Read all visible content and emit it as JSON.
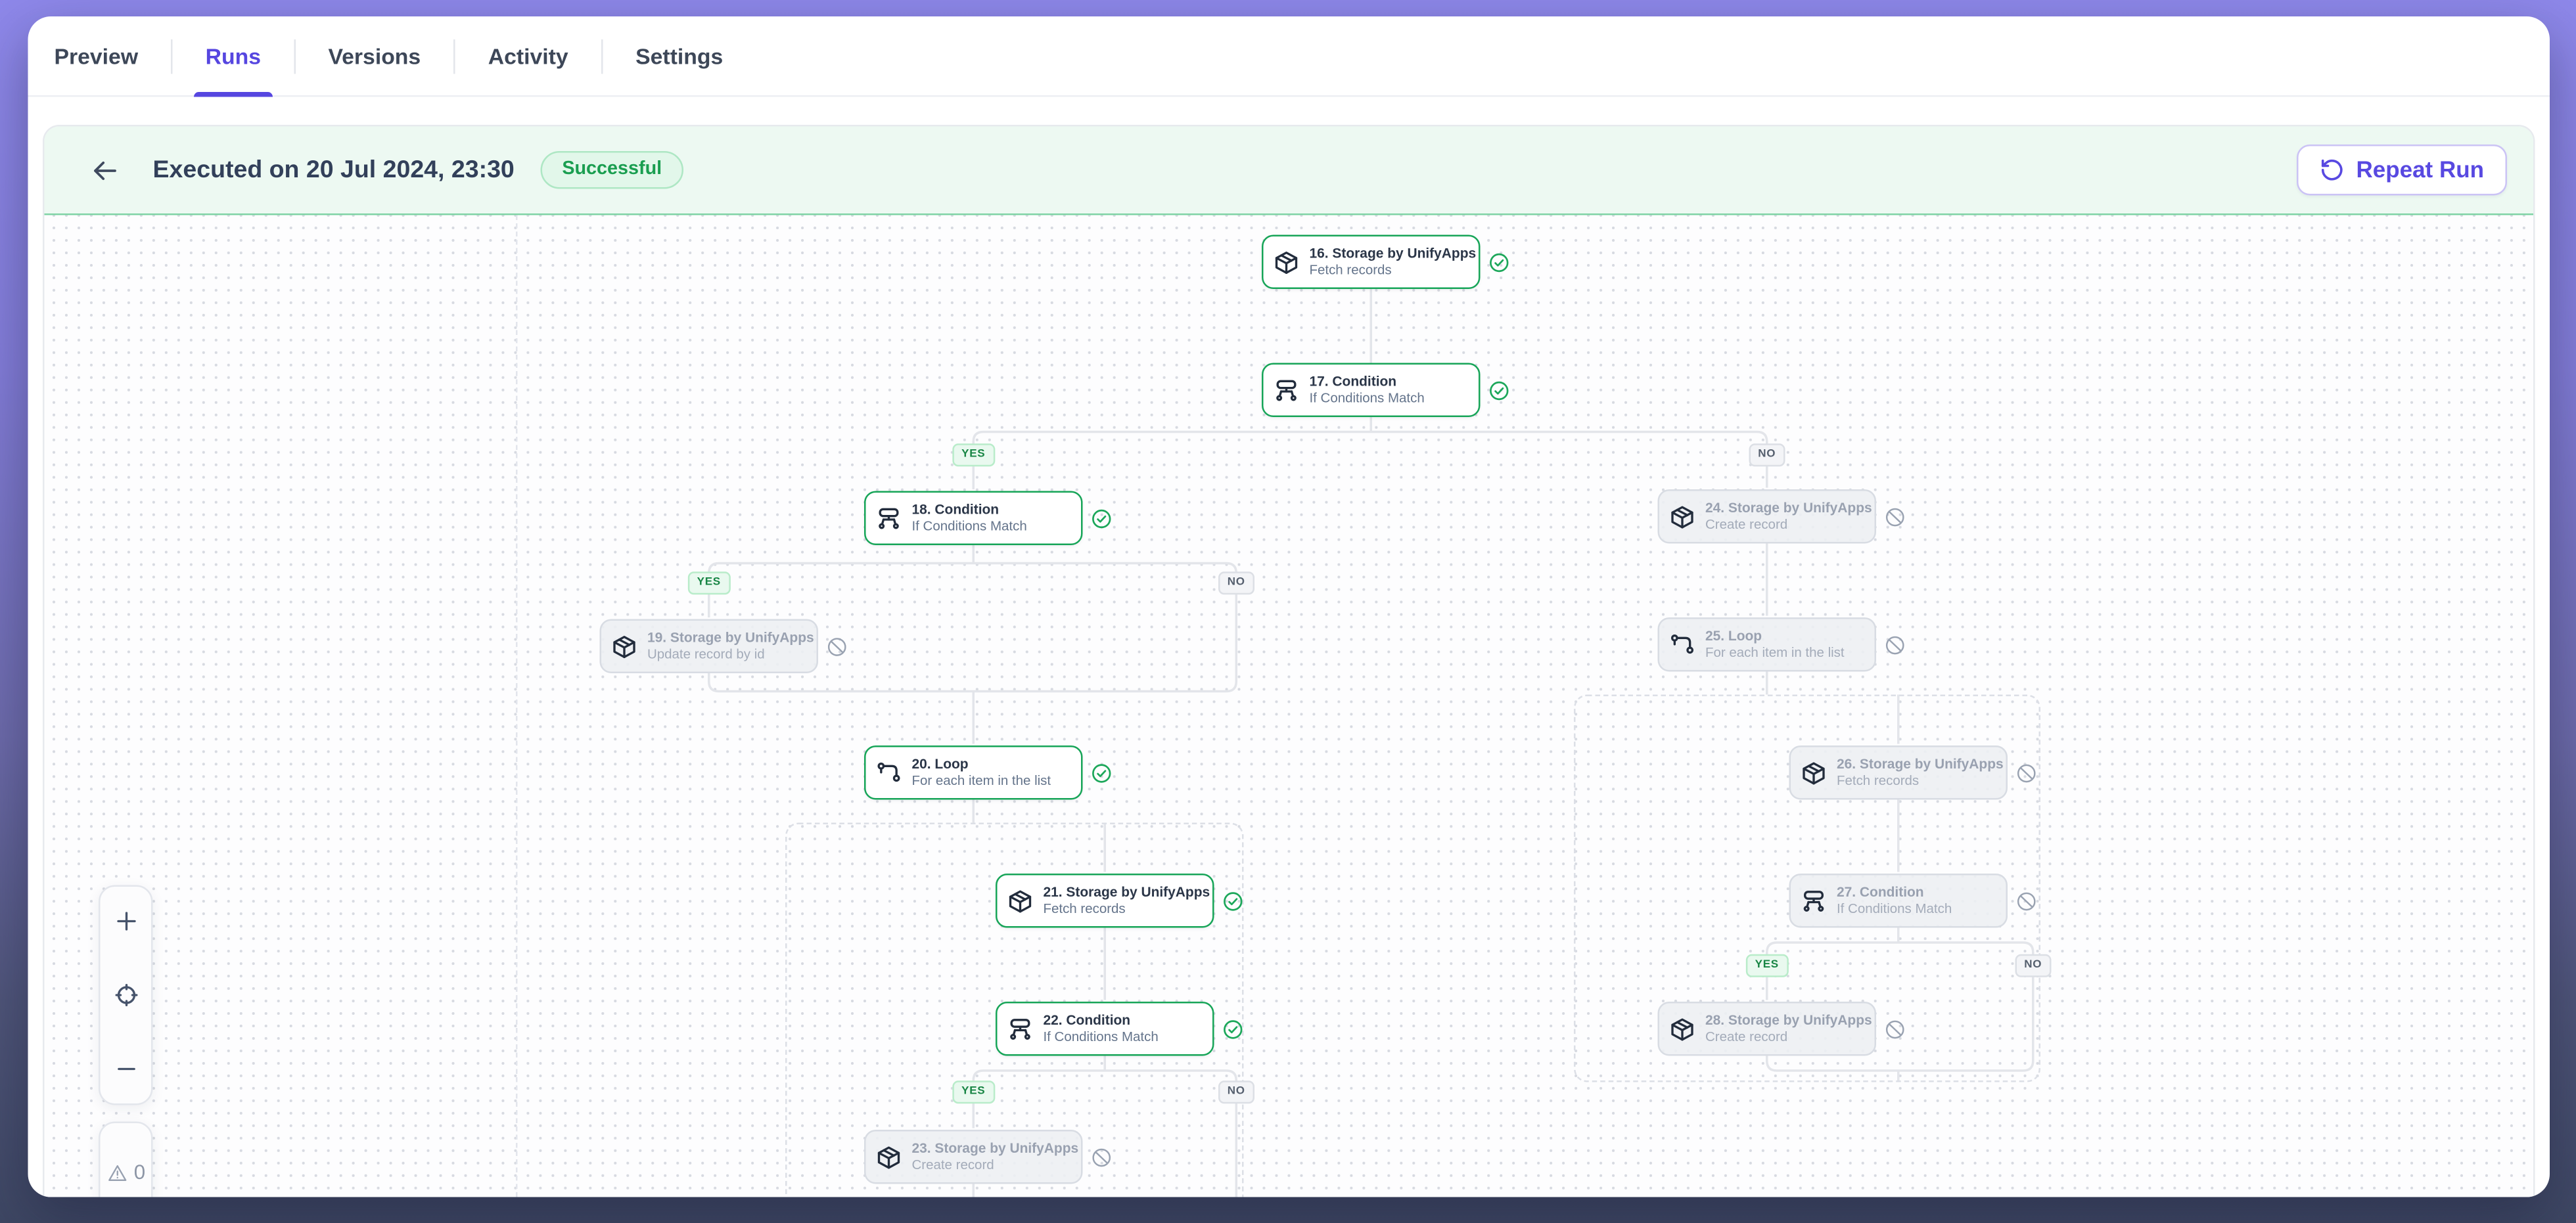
{
  "tabs": [
    {
      "label": "Preview",
      "active": false
    },
    {
      "label": "Runs",
      "active": true
    },
    {
      "label": "Versions",
      "active": false
    },
    {
      "label": "Activity",
      "active": false
    },
    {
      "label": "Settings",
      "active": false
    }
  ],
  "run_header": {
    "title": "Executed on 20 Jul 2024, 23:30",
    "status_badge": "Successful",
    "repeat_run_label": "Repeat Run"
  },
  "canvas": {
    "branch_labels": {
      "yes": "YES",
      "no": "NO"
    },
    "warning_count": "0",
    "nodes": [
      {
        "id": "n16",
        "title": "16. Storage by UnifyApps",
        "subtitle": "Fetch records",
        "icon": "storage",
        "status": "success"
      },
      {
        "id": "n17",
        "title": "17. Condition",
        "subtitle": "If Conditions Match",
        "icon": "condition",
        "status": "success"
      },
      {
        "id": "n18",
        "title": "18. Condition",
        "subtitle": "If Conditions Match",
        "icon": "condition",
        "status": "success"
      },
      {
        "id": "n24",
        "title": "24. Storage by UnifyApps",
        "subtitle": "Create record",
        "icon": "storage",
        "status": "skipped"
      },
      {
        "id": "n19",
        "title": "19. Storage by UnifyApps",
        "subtitle": "Update record by id",
        "icon": "storage",
        "status": "skipped"
      },
      {
        "id": "n25",
        "title": "25. Loop",
        "subtitle": "For each item in the list",
        "icon": "loop",
        "status": "skipped"
      },
      {
        "id": "n20",
        "title": "20. Loop",
        "subtitle": "For each item in the list",
        "icon": "loop",
        "status": "success"
      },
      {
        "id": "n26",
        "title": "26. Storage by UnifyApps",
        "subtitle": "Fetch records",
        "icon": "storage",
        "status": "skipped"
      },
      {
        "id": "n21",
        "title": "21. Storage by UnifyApps",
        "subtitle": "Fetch records",
        "icon": "storage",
        "status": "success"
      },
      {
        "id": "n27",
        "title": "27. Condition",
        "subtitle": "If Conditions Match",
        "icon": "condition",
        "status": "skipped"
      },
      {
        "id": "n22",
        "title": "22. Condition",
        "subtitle": "If Conditions Match",
        "icon": "condition",
        "status": "success"
      },
      {
        "id": "n28",
        "title": "28. Storage by UnifyApps",
        "subtitle": "Create record",
        "icon": "storage",
        "status": "skipped"
      },
      {
        "id": "n23",
        "title": "23. Storage by UnifyApps",
        "subtitle": "Create record",
        "icon": "storage",
        "status": "skipped"
      }
    ]
  },
  "colors": {
    "accent": "#5646e0",
    "success": "#17a558",
    "success_bg": "#e2f7ea",
    "header_bg": "#edf9f2",
    "skipped": "#99a2b1"
  }
}
